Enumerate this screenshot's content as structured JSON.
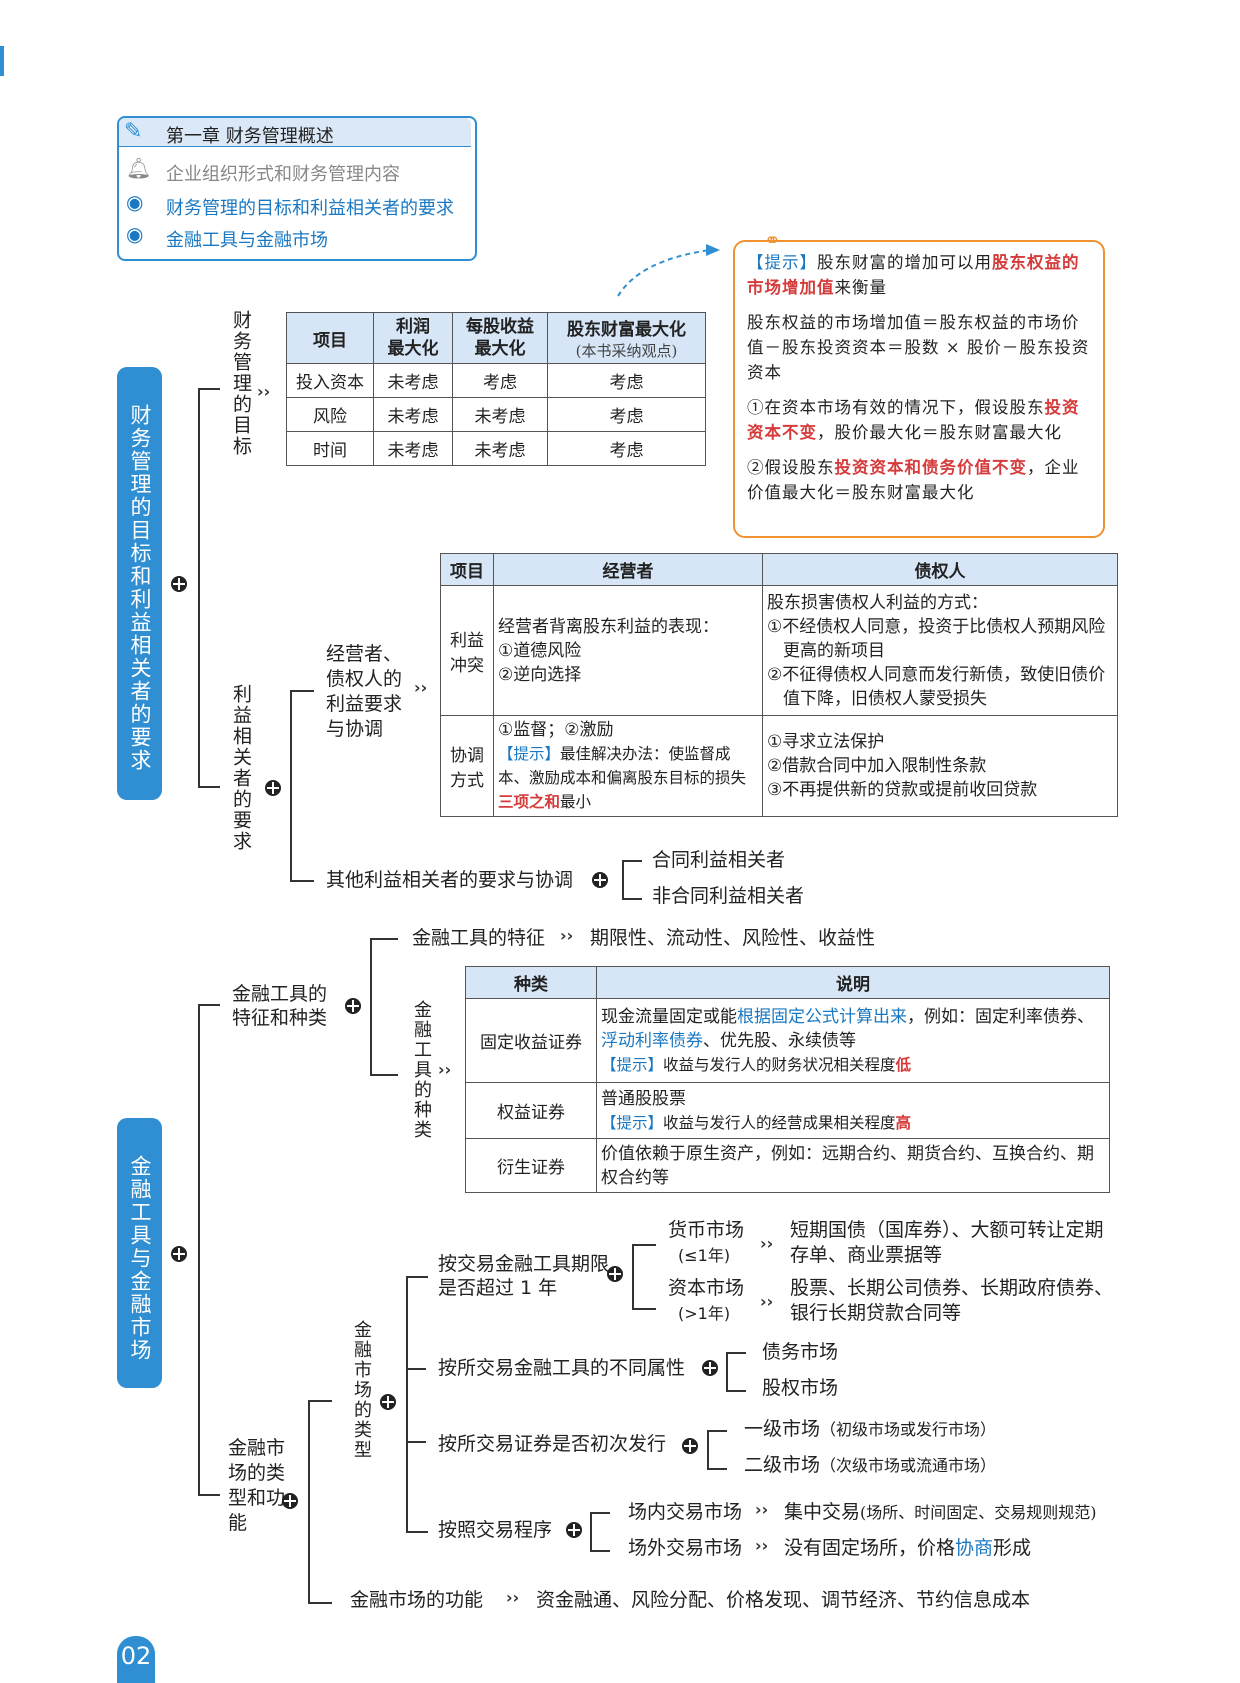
{
  "page_number": "02",
  "toc": {
    "chapter": "第一章 财务管理概述",
    "items": [
      "企业组织形式和财务管理内容",
      "财务管理的目标和利益相关者的要求",
      "金融工具与金融市场"
    ]
  },
  "section1": {
    "title": "财务管理的目标和利益相关者的要求",
    "goal_label": "财务管理的目标",
    "goal_table": {
      "headers": [
        "项目",
        "利润\n最大化",
        "每股收益\n最大化",
        "股东财富最大化"
      ],
      "header_note": "(本书采纳观点)",
      "rows": [
        [
          "投入资本",
          "未考虑",
          "考虑",
          "考虑"
        ],
        [
          "风险",
          "未考虑",
          "未考虑",
          "考虑"
        ],
        [
          "时间",
          "未考虑",
          "未考虑",
          "考虑"
        ]
      ]
    },
    "tip_box": {
      "tag": "【提示】",
      "p1a": "股东财富的增加可以用",
      "p1b": "股东权益的市场增加值",
      "p1c": "来衡量",
      "p2": "股东权益的市场增加值＝股东权益的市场价值－股东投资资本＝股数 × 股价－股东投资资本",
      "p3a": "①在资本市场有效的情况下，假设股东",
      "p3b": "投资资本不变",
      "p3c": "，股价最大化＝股东财富最大化",
      "p4a": "②假设股东",
      "p4b": "投资资本和债务价值不变",
      "p4c": "，企业价值最大化＝股东财富最大化"
    },
    "stake_label": "利益相关者的要求",
    "mgr_label": "经营者、债权人的利益要求与协调",
    "stake_table": {
      "headers": [
        "项目",
        "经营者",
        "债权人"
      ],
      "row1_label": "利益冲突",
      "row1_mgr": [
        "经营者背离股东利益的表现：",
        "①道德风险",
        "②逆向选择"
      ],
      "row1_cred": [
        "股东损害债权人利益的方式：",
        "①不经债权人同意，投资于比债权人预期风险更高的新项目",
        "②不征得债权人同意而发行新债，致使旧债价值下降，旧债权人蒙受损失"
      ],
      "row2_label": "协调方式",
      "row2_mgr_1": "①监督；②激励",
      "row2_mgr_tag": "【提示】",
      "row2_mgr_tip_a": "最佳解决办法：使监督成本、激励成本和偏离股东目标的损失",
      "row2_mgr_tip_b": "三项之和",
      "row2_mgr_tip_c": "最小",
      "row2_cred": [
        "①寻求立法保护",
        "②借款合同中加入限制性条款",
        "③不再提供新的贷款或提前收回贷款"
      ]
    },
    "other_label": "其他利益相关者的要求与协调",
    "other_items": [
      "合同利益相关者",
      "非合同利益相关者"
    ]
  },
  "section2": {
    "title": "金融工具与金融市场",
    "tool_label": "金融工具的特征和种类",
    "feature_label": "金融工具的特征",
    "feature_value": "期限性、流动性、风险性、收益性",
    "kind_label": "金融工具的种类",
    "kind_table": {
      "headers": [
        "种类",
        "说明"
      ],
      "r1_label": "固定收益证券",
      "r1_a": "现金流量固定或能",
      "r1_b": "根据固定公式计算出来",
      "r1_c": "，例如：固定利率债券、",
      "r1_d": "浮动利率债券",
      "r1_e": "、优先股、永续债等",
      "r1_tag": "【提示】",
      "r1_tip": "收益与发行人的财务状况相关程度",
      "r1_tip_end": "低",
      "r2_label": "权益证券",
      "r2_a": "普通股股票",
      "r2_tag": "【提示】",
      "r2_tip": "收益与发行人的经营成果相关程度",
      "r2_tip_end": "高",
      "r3_label": "衍生证券",
      "r3_a": "价值依赖于原生资产，例如：远期合约、期货合约、互换合约、期权合约等"
    },
    "market_label": "金融市场的类型和功能",
    "mtype_label": "金融市场的类型",
    "by_term": "按交易金融工具期限是否超过 1 年",
    "money_market": "货币市场",
    "money_note": "(≤1年)",
    "money_desc": "短期国债（国库券）、大额可转让定期存单、商业票据等",
    "capital_market": "资本市场",
    "capital_note": "(>1年)",
    "capital_desc": "股票、长期公司债券、长期政府债券、银行长期贷款合同等",
    "by_attr": "按所交易金融工具的不同属性",
    "attr_items": [
      "债务市场",
      "股权市场"
    ],
    "by_issue": "按所交易证券是否初次发行",
    "primary": "一级市场",
    "primary_note": "（初级市场或发行市场）",
    "secondary": "二级市场",
    "secondary_note": "（次级市场或流通市场）",
    "by_proc": "按照交易程序",
    "in_ex": "场内交易市场",
    "in_ex_desc": "集中交易",
    "in_ex_note": "(场所、时间固定、交易规则规范)",
    "out_ex": "场外交易市场",
    "out_ex_desc_a": "没有固定场所，价格",
    "out_ex_desc_b": "协商",
    "out_ex_desc_c": "形成",
    "func_label": "金融市场的功能",
    "func_value": "资金融通、风险分配、价格发现、调节经济、节约信息成本"
  }
}
